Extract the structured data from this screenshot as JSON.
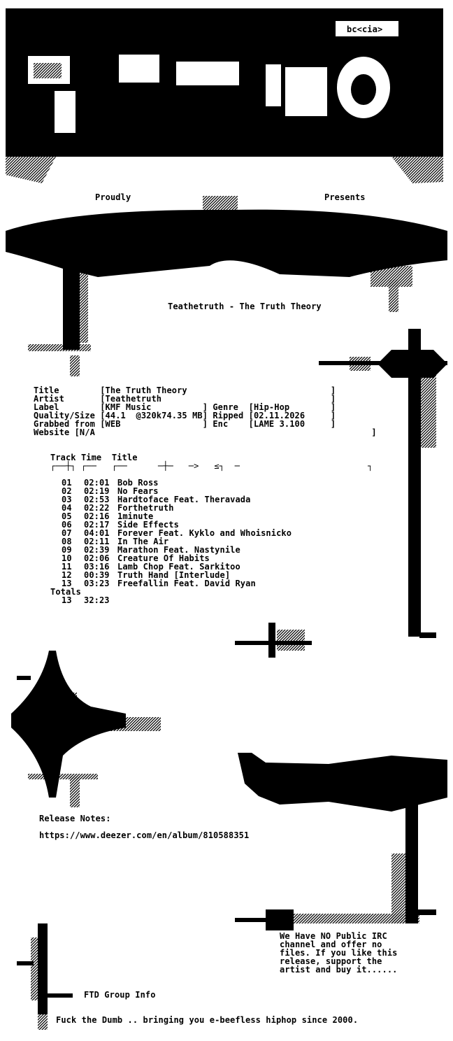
{
  "header": {
    "credit": "bc<cia>",
    "proudly": "Proudly",
    "presents": "Presents",
    "headline": "Teathetruth - The Truth Theory"
  },
  "info": {
    "lines": [
      "Title        [The Truth Theory                            ]",
      "Artist       [Teathetruth                                 ]",
      "Label        [KMF Music          ] Genre  [Hip-Hop        ]",
      "Quality/Size [44.1  @320k74.35 MB] Ripped [02.11.2026     ]",
      "Grabbed from [WEB                ] Enc    [LAME 3.100     ]",
      "Website [N/A                                                      ]"
    ]
  },
  "tracklist": {
    "header": "Track Time  Title",
    "rule": "┌──┼┐ ┌──   ┌──      ─┼─   ─>   ≤┐  ─                         ┐",
    "tracks": [
      {
        "no": "01",
        "time": "02:01",
        "title": "Bob Ross"
      },
      {
        "no": "02",
        "time": "02:19",
        "title": "No Fears"
      },
      {
        "no": "03",
        "time": "02:53",
        "title": "Hardtoface Feat. Theravada"
      },
      {
        "no": "04",
        "time": "02:22",
        "title": "Forthetruth"
      },
      {
        "no": "05",
        "time": "02:16",
        "title": "1minute"
      },
      {
        "no": "06",
        "time": "02:17",
        "title": "Side Effects"
      },
      {
        "no": "07",
        "time": "04:01",
        "title": "Forever Feat. Kyklo and Whoisnicko"
      },
      {
        "no": "08",
        "time": "02:11",
        "title": "In The Air"
      },
      {
        "no": "09",
        "time": "02:39",
        "title": "Marathon Feat. Nastynile"
      },
      {
        "no": "10",
        "time": "02:06",
        "title": "Creature Of Habits"
      },
      {
        "no": "11",
        "time": "03:16",
        "title": "Lamb Chop Feat. Sarkitoo"
      },
      {
        "no": "12",
        "time": "00:39",
        "title": "Truth Hand [Interlude]"
      },
      {
        "no": "13",
        "time": "03:23",
        "title": "Freefallin Feat. David Ryan"
      }
    ],
    "totals_label": "Totals",
    "totals_count": "13",
    "totals_time": "32:23"
  },
  "notes": {
    "label": "Release Notes:",
    "url": "https://www.deezer.com/en/album/810588351"
  },
  "irc": {
    "lines": [
      "We Have NO Public IRC",
      "channel and offer no",
      "files. If you like this",
      "release, support the",
      "artist and buy it......"
    ]
  },
  "footer": {
    "group_info": "FTD Group Info",
    "tagline": "Fuck the Dumb .. bringing you e-beefless hiphop since 2000."
  },
  "colors": {
    "background": "#ffffff",
    "ink": "#000000"
  }
}
